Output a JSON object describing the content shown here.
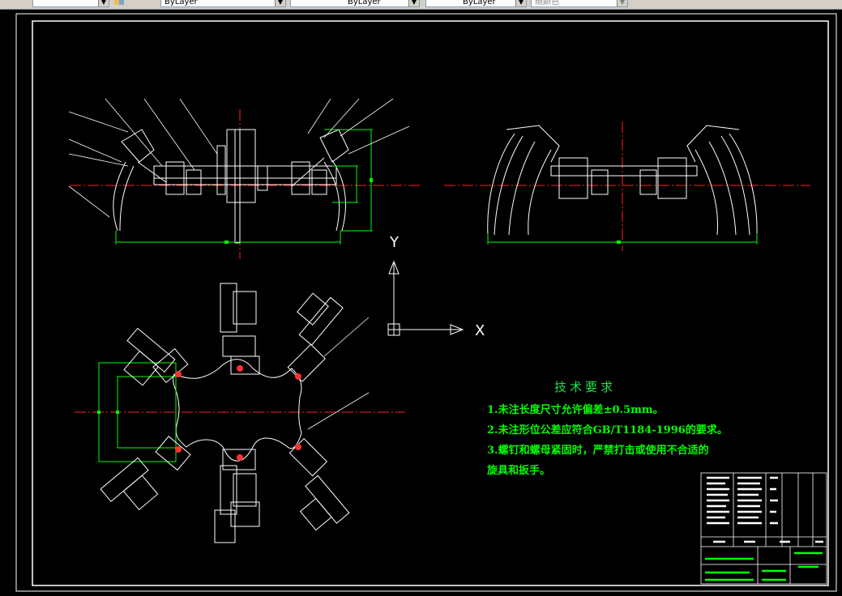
{
  "toolbar": {
    "layer_dropdown": "ByLayer",
    "linetype_dropdown": "ByLayer",
    "lineweight_dropdown": "ByLayer",
    "plotstyle_dropdown": "随颜色"
  },
  "axis_labels": {
    "y": "Y",
    "x": "X"
  },
  "tech_requirements": {
    "title": "技术要求",
    "items": [
      "1.未注长度尺寸允许偏差±0.5mm。",
      "2.未注形位公差应符合GB/T1184-1996的要求。",
      "3.螺钉和螺母紧固时，严禁打击或使用不合适的",
      "旋具和扳手。"
    ]
  },
  "colors": {
    "background": "#000000",
    "frame": "#ffffff",
    "centerline": "#ff0000",
    "dimension": "#00ff00",
    "text": "#00ff00"
  }
}
